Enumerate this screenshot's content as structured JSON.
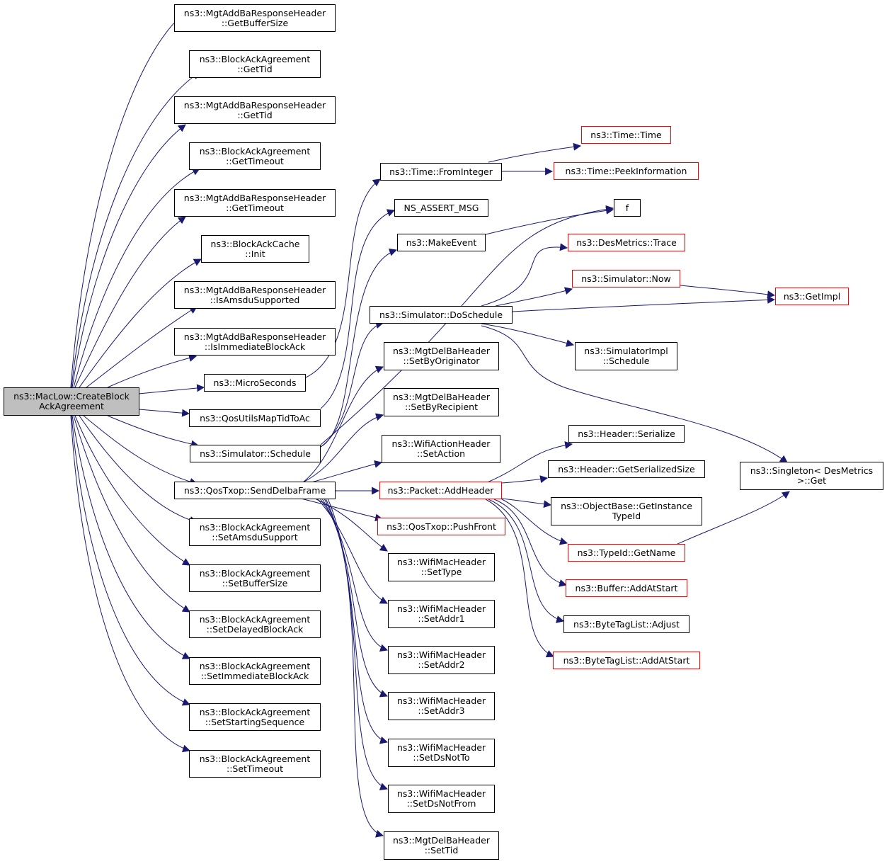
{
  "colors": {
    "edge": "#191970",
    "border_default": "#000000",
    "border_truncated": "#ff0000",
    "root_fill": "#bfbfbf"
  },
  "nodes": {
    "root": {
      "l1": "ns3::MacLow::CreateBlock",
      "l2": "AckAgreement"
    },
    "mgtAddBaRespGetBufferSize": {
      "l1": "ns3::MgtAddBaResponseHeader",
      "l2": "::GetBufferSize"
    },
    "baAgreementGetTid": {
      "l1": "ns3::BlockAckAgreement",
      "l2": "::GetTid"
    },
    "mgtAddBaRespGetTid": {
      "l1": "ns3::MgtAddBaResponseHeader",
      "l2": "::GetTid"
    },
    "baAgreementGetTimeout": {
      "l1": "ns3::BlockAckAgreement",
      "l2": "::GetTimeout"
    },
    "mgtAddBaRespGetTimeout": {
      "l1": "ns3::MgtAddBaResponseHeader",
      "l2": "::GetTimeout"
    },
    "baCacheInit": {
      "l1": "ns3::BlockAckCache",
      "l2": "::Init"
    },
    "mgtAddBaRespIsAmsdu": {
      "l1": "ns3::MgtAddBaResponseHeader",
      "l2": "::IsAmsduSupported"
    },
    "mgtAddBaRespIsImmediate": {
      "l1": "ns3::MgtAddBaResponseHeader",
      "l2": "::IsImmediateBlockAck"
    },
    "microSeconds": {
      "l1": "ns3::MicroSeconds"
    },
    "qosUtilsMapTidToAc": {
      "l1": "ns3::QosUtilsMapTidToAc"
    },
    "simulatorSchedule": {
      "l1": "ns3::Simulator::Schedule"
    },
    "qosTxopSendDelbaFrame": {
      "l1": "ns3::QosTxop::SendDelbaFrame"
    },
    "baAgreementSetAmsdu": {
      "l1": "ns3::BlockAckAgreement",
      "l2": "::SetAmsduSupport"
    },
    "baAgreementSetBufferSize": {
      "l1": "ns3::BlockAckAgreement",
      "l2": "::SetBufferSize"
    },
    "baAgreementSetDelayed": {
      "l1": "ns3::BlockAckAgreement",
      "l2": "::SetDelayedBlockAck"
    },
    "baAgreementSetImmediate": {
      "l1": "ns3::BlockAckAgreement",
      "l2": "::SetImmediateBlockAck"
    },
    "baAgreementSetStartSeq": {
      "l1": "ns3::BlockAckAgreement",
      "l2": "::SetStartingSequence"
    },
    "baAgreementSetTimeout": {
      "l1": "ns3::BlockAckAgreement",
      "l2": "::SetTimeout"
    },
    "timeFromInteger": {
      "l1": "ns3::Time::FromInteger"
    },
    "nsAssertMsg": {
      "l1": "NS_ASSERT_MSG"
    },
    "makeEvent": {
      "l1": "ns3::MakeEvent"
    },
    "simulatorDoSchedule": {
      "l1": "ns3::Simulator::DoSchedule"
    },
    "delBaSetByOriginator": {
      "l1": "ns3::MgtDelBaHeader",
      "l2": "::SetByOriginator"
    },
    "delBaSetByRecipient": {
      "l1": "ns3::MgtDelBaHeader",
      "l2": "::SetByRecipient"
    },
    "wifiActionSetAction": {
      "l1": "ns3::WifiActionHeader",
      "l2": "::SetAction"
    },
    "packetAddHeader": {
      "l1": "ns3::Packet::AddHeader"
    },
    "qosTxopPushFront": {
      "l1": "ns3::QosTxop::PushFront"
    },
    "wifiMacSetType": {
      "l1": "ns3::WifiMacHeader",
      "l2": "::SetType"
    },
    "wifiMacSetAddr1": {
      "l1": "ns3::WifiMacHeader",
      "l2": "::SetAddr1"
    },
    "wifiMacSetAddr2": {
      "l1": "ns3::WifiMacHeader",
      "l2": "::SetAddr2"
    },
    "wifiMacSetAddr3": {
      "l1": "ns3::WifiMacHeader",
      "l2": "::SetAddr3"
    },
    "wifiMacSetDsNotTo": {
      "l1": "ns3::WifiMacHeader",
      "l2": "::SetDsNotTo"
    },
    "wifiMacSetDsNotFrom": {
      "l1": "ns3::WifiMacHeader",
      "l2": "::SetDsNotFrom"
    },
    "delBaSetTid": {
      "l1": "ns3::MgtDelBaHeader",
      "l2": "::SetTid"
    },
    "timeTime": {
      "l1": "ns3::Time::Time"
    },
    "timePeekInformation": {
      "l1": "ns3::Time::PeekInformation"
    },
    "f": {
      "l1": "f"
    },
    "desMetricsTrace": {
      "l1": "ns3::DesMetrics::Trace"
    },
    "simulatorNow": {
      "l1": "ns3::Simulator::Now"
    },
    "getImpl": {
      "l1": "ns3::GetImpl"
    },
    "simulatorImplSchedule": {
      "l1": "ns3::SimulatorImpl",
      "l2": "::Schedule"
    },
    "headerSerialize": {
      "l1": "ns3::Header::Serialize"
    },
    "headerGetSerializedSize": {
      "l1": "ns3::Header::GetSerializedSize"
    },
    "objectBaseGetInstanceTypeId": {
      "l1": "ns3::ObjectBase::GetInstance",
      "l2": "TypeId"
    },
    "typeIdGetName": {
      "l1": "ns3::TypeId::GetName"
    },
    "bufferAddAtStart": {
      "l1": "ns3::Buffer::AddAtStart"
    },
    "byteTagListAdjust": {
      "l1": "ns3::ByteTagList::Adjust"
    },
    "byteTagListAddAtStart": {
      "l1": "ns3::ByteTagList::AddAtStart"
    },
    "singletonGet": {
      "l1": "ns3::Singleton< DesMetrics",
      "l2": ">::Get"
    }
  }
}
